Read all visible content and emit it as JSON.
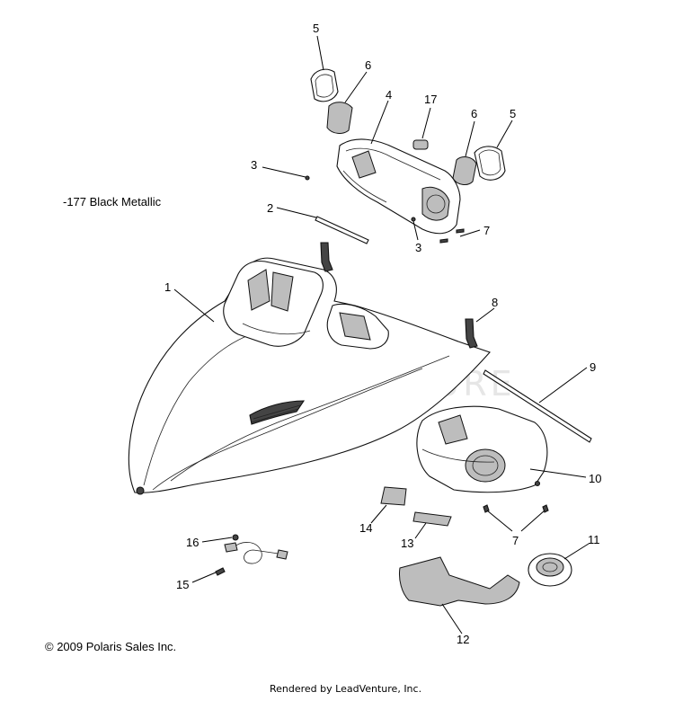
{
  "diagram": {
    "watermark": "LEADVENTURE",
    "note": "-177  Black Metallic",
    "copyright": "© 2009 Polaris Sales Inc.",
    "footer": "Rendered by LeadVenture, Inc.",
    "callouts": [
      {
        "id": "c5a",
        "label": "5"
      },
      {
        "id": "c6a",
        "label": "6"
      },
      {
        "id": "c4",
        "label": "4"
      },
      {
        "id": "c17",
        "label": "17"
      },
      {
        "id": "c6b",
        "label": "6"
      },
      {
        "id": "c5b",
        "label": "5"
      },
      {
        "id": "c3a",
        "label": "3"
      },
      {
        "id": "c3b",
        "label": "3"
      },
      {
        "id": "c7a",
        "label": "7"
      },
      {
        "id": "c2",
        "label": "2"
      },
      {
        "id": "c1",
        "label": "1"
      },
      {
        "id": "c8",
        "label": "8"
      },
      {
        "id": "c9",
        "label": "9"
      },
      {
        "id": "c10",
        "label": "10"
      },
      {
        "id": "c14",
        "label": "14"
      },
      {
        "id": "c13",
        "label": "13"
      },
      {
        "id": "c7b",
        "label": "7"
      },
      {
        "id": "c16",
        "label": "16"
      },
      {
        "id": "c15",
        "label": "15"
      },
      {
        "id": "c11",
        "label": "11"
      },
      {
        "id": "c12",
        "label": "12"
      }
    ]
  }
}
